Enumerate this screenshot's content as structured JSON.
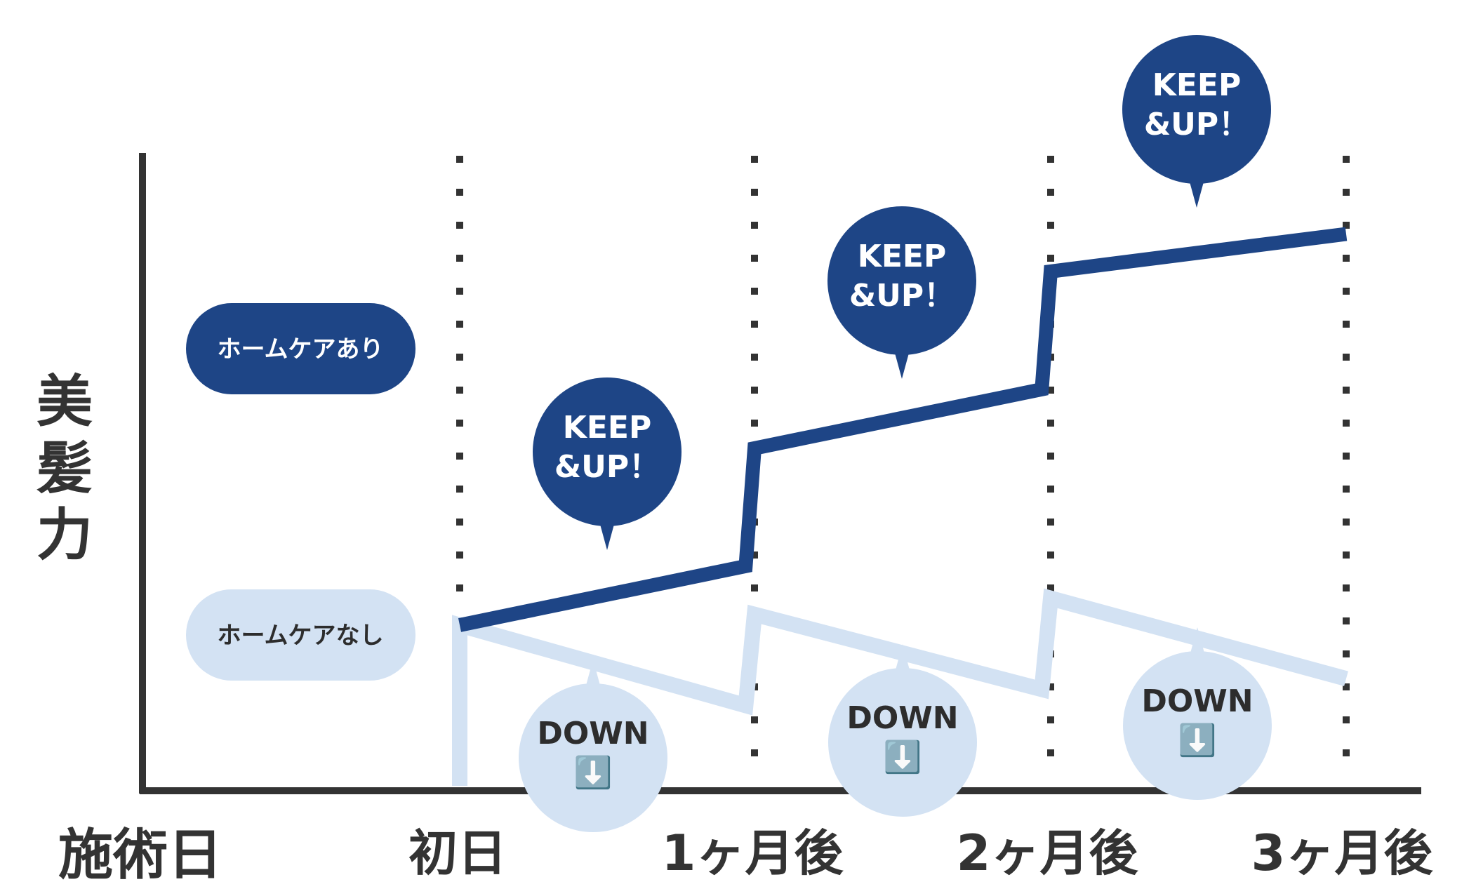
{
  "chart_data": {
    "type": "line",
    "ylabel": "美髪力",
    "xlabel": "施術日",
    "categories": [
      "初日",
      "1ヶ月後",
      "2ヶ月後",
      "3ヶ月後"
    ],
    "grid": "dotted vertical lines at each category",
    "series": [
      {
        "name": "ホームケアあり",
        "color": "#1e4586",
        "points": [
          [
            0,
            30
          ],
          [
            0.97,
            41
          ],
          [
            1.0,
            63
          ],
          [
            1.97,
            74
          ],
          [
            2.0,
            96
          ],
          [
            3.0,
            103
          ]
        ]
      },
      {
        "name": "ホームケアなし",
        "color": "#d3e2f3",
        "points": [
          [
            0,
            0
          ],
          [
            0,
            30
          ],
          [
            0.97,
            15
          ],
          [
            1.0,
            32
          ],
          [
            1.97,
            18
          ],
          [
            2.0,
            35
          ],
          [
            3.0,
            20
          ]
        ]
      }
    ],
    "annotations": [
      {
        "text": "KEEP\n&UP！",
        "kind": "up",
        "segment": 1
      },
      {
        "text": "KEEP\n&UP！",
        "kind": "up",
        "segment": 2
      },
      {
        "text": "KEEP\n&UP！",
        "kind": "up",
        "segment": 3
      },
      {
        "text": "DOWN\n⬇️",
        "kind": "down",
        "segment": 1
      },
      {
        "text": "DOWN\n⬇️",
        "kind": "down",
        "segment": 2
      },
      {
        "text": "DOWN\n⬇️",
        "kind": "down",
        "segment": 3
      }
    ],
    "legend_labels": [
      "ホームケアあり",
      "ホームケアなし"
    ],
    "ylim": [
      0,
      110
    ],
    "xlim": [
      -1.05,
      3.25
    ]
  },
  "colors": {
    "dark": "#1e4586",
    "light": "#d3e2f3",
    "axis": "#333333",
    "dark_text": "#ffffff",
    "light_text": "#2d2d2d"
  }
}
